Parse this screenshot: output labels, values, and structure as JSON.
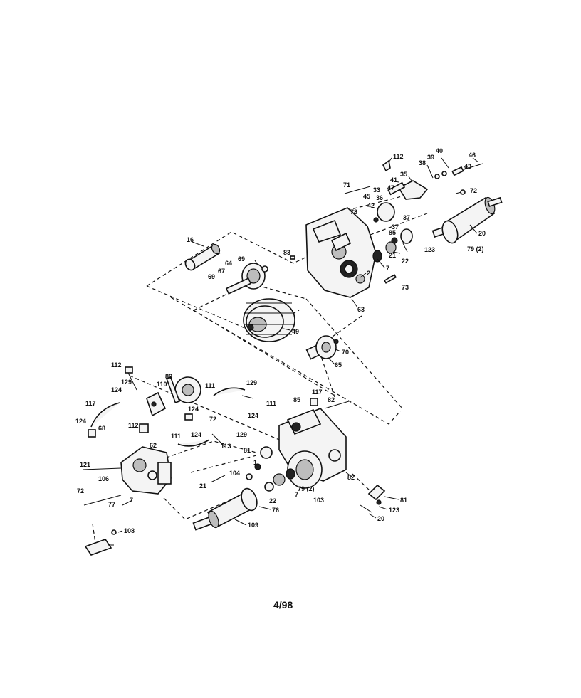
{
  "footer": {
    "code": "4/98"
  },
  "callouts": [
    "112",
    "39",
    "40",
    "46",
    "38",
    "43",
    "71",
    "41",
    "35",
    "47",
    "33",
    "36",
    "45",
    "42",
    "78",
    "37",
    "37",
    "72",
    "85",
    "20",
    "21",
    "22",
    "123",
    "79 (2)",
    "83",
    "16",
    "69",
    "64",
    "67",
    "69",
    "2",
    "7",
    "73",
    "63",
    "49",
    "70",
    "65",
    "112",
    "129",
    "89",
    "110",
    "111",
    "129",
    "124",
    "117",
    "82",
    "85",
    "117",
    "111",
    "124",
    "72",
    "124",
    "124",
    "111",
    "124",
    "129",
    "113",
    "112",
    "68",
    "81",
    "62",
    "121",
    "106",
    "104",
    "1",
    "82",
    "72",
    "7",
    "21",
    "22",
    "7",
    "79 (2)",
    "103",
    "81",
    "77",
    "123",
    "76",
    "20",
    "109",
    "108"
  ]
}
